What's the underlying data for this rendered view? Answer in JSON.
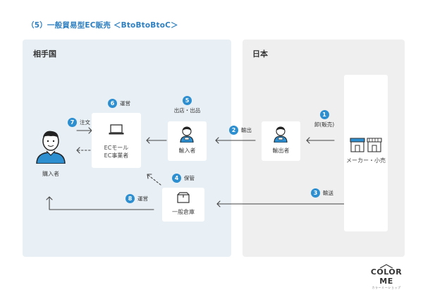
{
  "title": "（5）一般貿易型EC販売 ＜BtoBtoBtoC＞",
  "regions": {
    "left": "相手国",
    "right": "日本"
  },
  "nodes": {
    "buyer": "購入者",
    "ec_line1": "ECモール",
    "ec_line2": "EC事業者",
    "importer": "輸入者",
    "exporter": "輸出者",
    "warehouse": "一般倉庫",
    "maker": "メーカー・小売"
  },
  "steps": [
    {
      "num": "1",
      "label": "卸(販売)"
    },
    {
      "num": "2",
      "label": "輸出"
    },
    {
      "num": "3",
      "label": "輸送"
    },
    {
      "num": "4",
      "label": "保管"
    },
    {
      "num": "5",
      "label": "出店・出品"
    },
    {
      "num": "6",
      "label": "運営"
    },
    {
      "num": "7",
      "label": "注文"
    },
    {
      "num": "8",
      "label": "運営"
    }
  ],
  "logo": {
    "name": "COLOR ME",
    "sub": "カラーミーショップ"
  },
  "colors": {
    "accent": "#2e8fd0",
    "title": "#2e7fc0",
    "region_left": "#e8f0f6",
    "region_right": "#efefef"
  }
}
